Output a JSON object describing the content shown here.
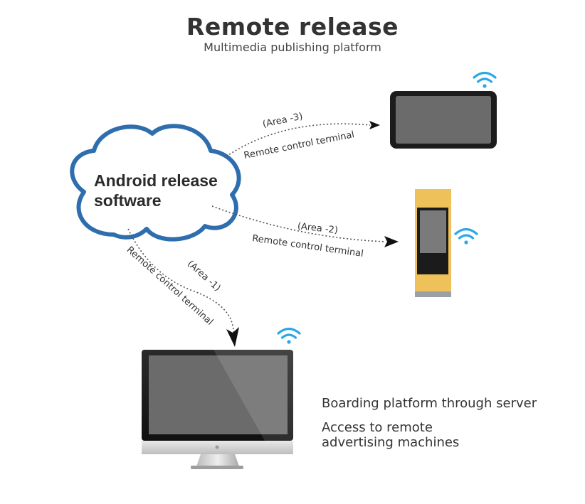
{
  "header": {
    "title": "Remote release",
    "subtitle": "Multimedia publishing platform"
  },
  "cloud": {
    "line1": "Android release",
    "line2": "software"
  },
  "links": [
    {
      "area": "(Area -3)",
      "label": "Remote control terminal"
    },
    {
      "area": "(Area -2)",
      "label": "Remote control terminal"
    },
    {
      "area": "(Area -1)",
      "label": "Remote control terminal"
    }
  ],
  "captions": {
    "line1": "Boarding platform through server",
    "line2a": "Access to remote",
    "line2b": "advertising machines"
  },
  "colors": {
    "cloud_stroke": "#2f6eae",
    "wifi": "#2aa7e8",
    "kiosk": "#eec15a"
  },
  "icons": [
    "cloud-icon",
    "wifi-icon",
    "tablet-device",
    "kiosk-device",
    "monitor-device"
  ]
}
